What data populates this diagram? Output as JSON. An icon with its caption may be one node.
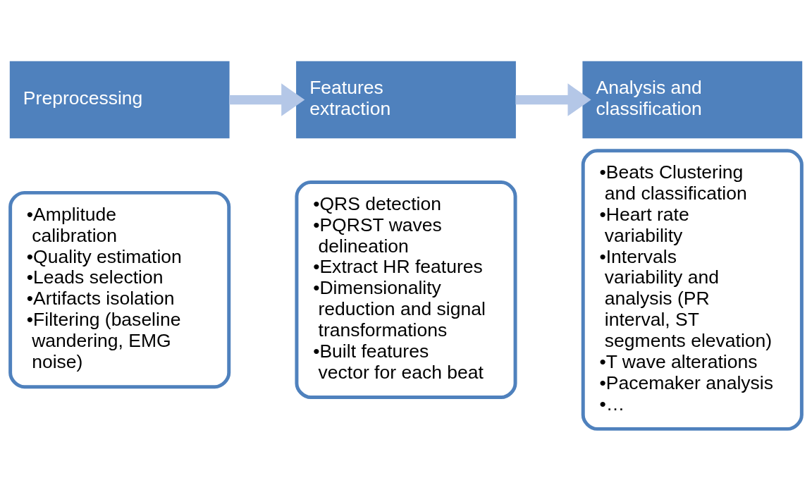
{
  "diagram": {
    "nodes": [
      {
        "text": [
          "Preprocessing"
        ]
      },
      {
        "text": [
          "•Amplitude calibration",
          "•Quality estimation",
          "•Leads selection",
          "•Artifacts isolation",
          "•Filtering (baseline wandering, EMG noise)"
        ]
      },
      {
        "text": [
          "Features extraction"
        ]
      },
      {
        "text": [
          "•QRS detection",
          "•PQRST waves delineation",
          "•Extract HR features",
          "•Dimensionality reduction and signal transformations",
          "•Built features vector for each beat"
        ]
      },
      {
        "text": [
          "Analysis and classification"
        ]
      },
      {
        "text": [
          "•Beats Clustering and classification",
          "•Heart rate variability",
          "•Intervals variability and analysis (PR interval, ST segments elevation)",
          "•T wave alterations",
          "•Pacemaker analysis",
          "•…"
        ]
      }
    ],
    "edges": [
      {
        "from": 0,
        "to": 2,
        "arrow": "to",
        "color": "#b4c7e7"
      },
      {
        "from": 2,
        "to": 4,
        "arrow": "to",
        "color": "#b4c7e7"
      }
    ]
  }
}
